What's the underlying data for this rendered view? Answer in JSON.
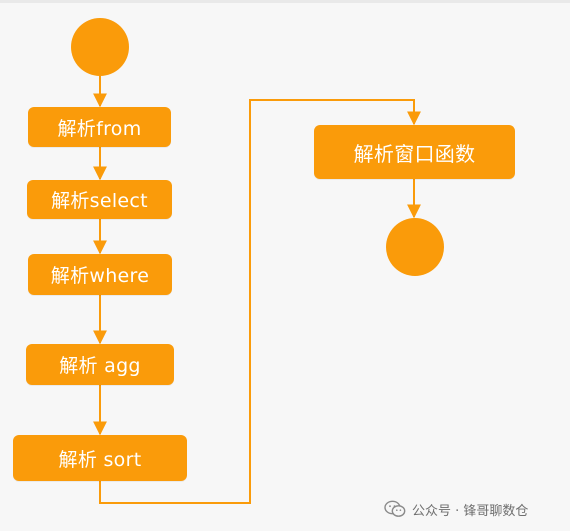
{
  "colors": {
    "node": "#fa9b0a",
    "line": "#fa9b0a",
    "background": "#f7f7f7",
    "text": "#ffffff"
  },
  "nodes": {
    "from": "解析from",
    "select": "解析select",
    "where": "解析where",
    "agg": "解析 agg",
    "sort": "解析 sort",
    "window": "解析窗口函数"
  },
  "watermark": {
    "icon": "wechat-icon",
    "text": "公众号 · 锋哥聊数仓"
  }
}
